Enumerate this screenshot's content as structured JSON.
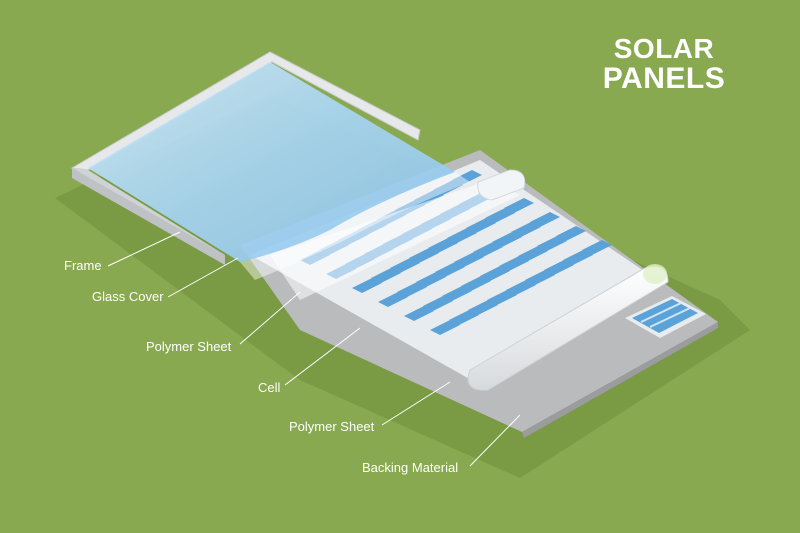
{
  "title": {
    "line1": "SOLAR",
    "line2": "PANELS"
  },
  "labels": {
    "frame": "Frame",
    "glass_cover": "Glass Cover",
    "polymer_sheet_top": "Polymer Sheet",
    "cell": "Cell",
    "polymer_sheet_bottom": "Polymer Sheet",
    "backing_material": "Backing Material"
  },
  "colors": {
    "background": "#88a94f",
    "shadow": "#76953f",
    "frame": "#e2e4e6",
    "glass": "#a9d6f4",
    "cell": "#5aa2d8",
    "backing": "#b4b6b8",
    "label": "#ffffff"
  }
}
